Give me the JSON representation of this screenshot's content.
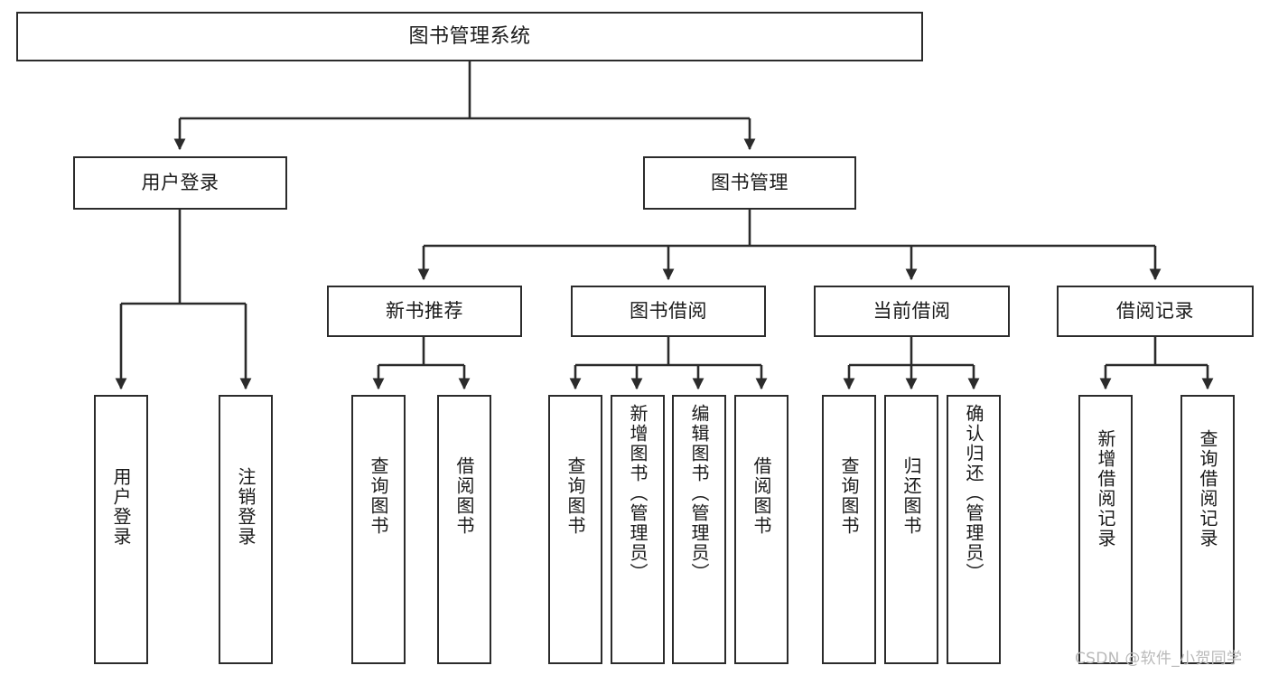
{
  "diagram": {
    "title": "图书管理系统",
    "type": "功能结构图",
    "watermark": "CSDN @软件_小贺同学",
    "colors": {
      "stroke": "#2b2b2b",
      "fill": "#ffffff",
      "text": "#1a1a1a",
      "watermark": "#b9b9b9"
    },
    "levels": {
      "level1": [
        "图书管理系统"
      ],
      "level2": [
        "用户登录",
        "图书管理"
      ],
      "level3": [
        "新书推荐",
        "图书借阅",
        "当前借阅",
        "借阅记录"
      ],
      "level4": [
        "用户登录",
        "注销登录",
        "查询图书",
        "借阅图书",
        "查询图书",
        "新增图书（管理员）",
        "编辑图书（管理员）",
        "借阅图书",
        "查询图书",
        "归还图书",
        "确认归还（管理员）",
        "新增借阅记录",
        "查询借阅记录"
      ]
    },
    "nodes": {
      "root": "图书管理系统",
      "user_login": "用户登录",
      "book_manage": "图书管理",
      "new_book_rec": "新书推荐",
      "book_borrow": "图书借阅",
      "current_borrow": "当前借阅",
      "borrow_record": "借阅记录",
      "leaf_user_login": "用户登录",
      "leaf_logout": "注销登录",
      "leaf_query_book_a": "查询图书",
      "leaf_borrow_book_a": "借阅图书",
      "leaf_query_book_b": "查询图书",
      "leaf_add_book": "新增图书（管理员）",
      "leaf_edit_book": "编辑图书（管理员）",
      "leaf_borrow_book_b": "借阅图书",
      "leaf_query_book_c": "查询图书",
      "leaf_return_book": "归还图书",
      "leaf_confirm_return": "确认归还（管理员）",
      "leaf_add_record": "新增借阅记录",
      "leaf_query_record": "查询借阅记录"
    }
  }
}
